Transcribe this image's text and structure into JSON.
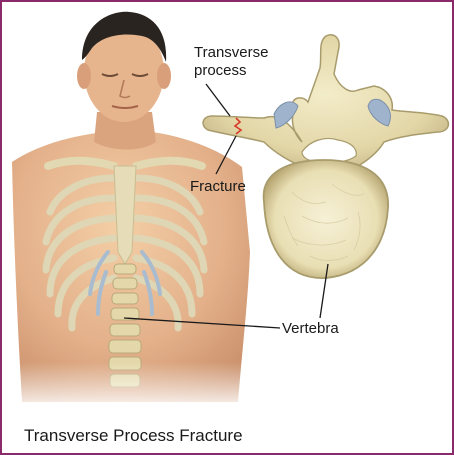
{
  "labels": {
    "transverse_process": "Transverse process",
    "fracture": "Fracture",
    "vertebra": "Vertebra"
  },
  "caption": "Transverse Process Fracture",
  "colors": {
    "frame": "#8b2a6a",
    "skin": "#e8b88c",
    "bone": "#e8ddb0",
    "cartilage": "#9ab0c8",
    "fracture": "#d83a2a"
  },
  "icons": {
    "figure": "human-torso-illustration",
    "bone": "vertebra-illustration"
  }
}
